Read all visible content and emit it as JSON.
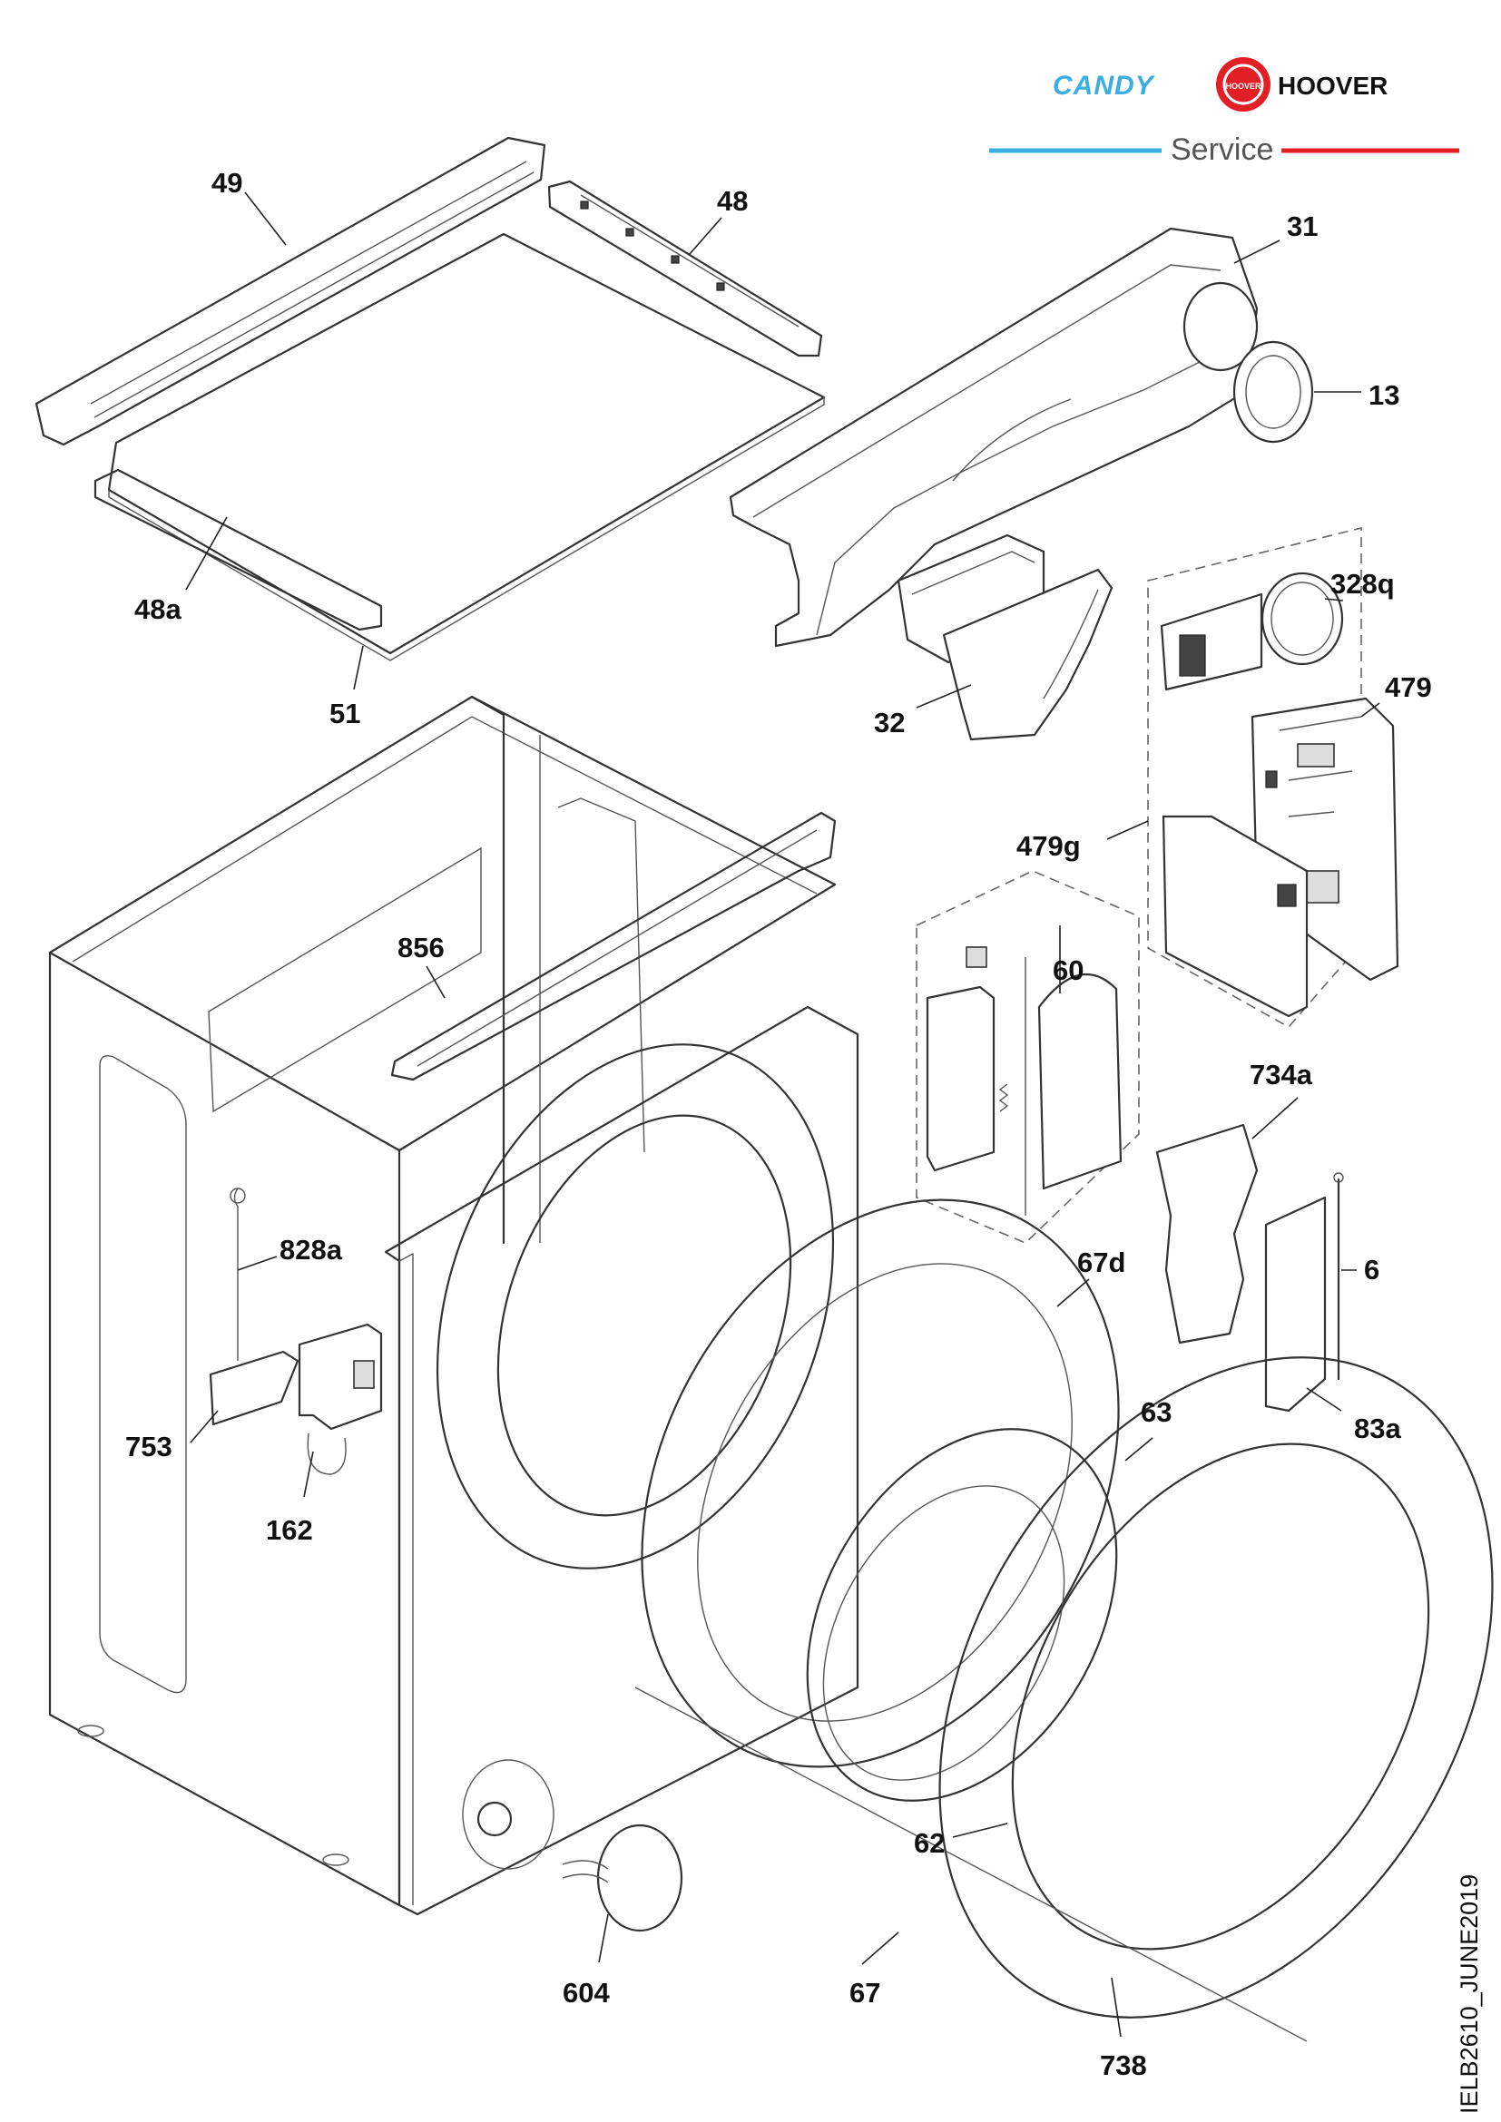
{
  "brands": {
    "candy": "CANDY",
    "hoover": "HOOVER",
    "hoover_badge": "HOOVER",
    "service": "Service"
  },
  "colors": {
    "candy_blue": "#3aaee0",
    "hoover_red": "#e31e24",
    "service_blue_line": "#3aaee0",
    "service_red_line": "#e31e24"
  },
  "document_code": "IELB2610_JUNE2019",
  "parts": [
    {
      "id": "p49",
      "label": "49"
    },
    {
      "id": "p48",
      "label": "48"
    },
    {
      "id": "p31",
      "label": "31"
    },
    {
      "id": "p13",
      "label": "13"
    },
    {
      "id": "p48a",
      "label": "48a"
    },
    {
      "id": "p51",
      "label": "51"
    },
    {
      "id": "p32",
      "label": "32"
    },
    {
      "id": "p328q",
      "label": "328q"
    },
    {
      "id": "p479",
      "label": "479"
    },
    {
      "id": "p479g",
      "label": "479g"
    },
    {
      "id": "p856",
      "label": "856"
    },
    {
      "id": "p60",
      "label": "60"
    },
    {
      "id": "p734a",
      "label": "734a"
    },
    {
      "id": "p828a",
      "label": "828a"
    },
    {
      "id": "p67d",
      "label": "67d"
    },
    {
      "id": "p6",
      "label": "6"
    },
    {
      "id": "p753",
      "label": "753"
    },
    {
      "id": "p63",
      "label": "63"
    },
    {
      "id": "p83a",
      "label": "83a"
    },
    {
      "id": "p162",
      "label": "162"
    },
    {
      "id": "p62",
      "label": "62"
    },
    {
      "id": "p604",
      "label": "604"
    },
    {
      "id": "p67",
      "label": "67"
    },
    {
      "id": "p738",
      "label": "738"
    }
  ]
}
